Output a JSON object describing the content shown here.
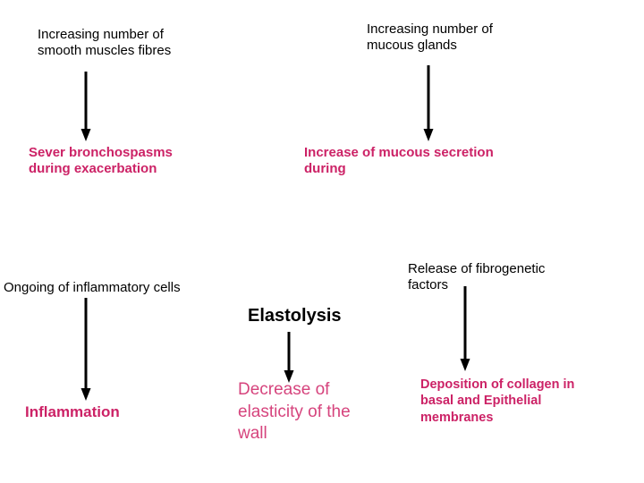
{
  "diagram": {
    "title": "Airway pathology cause and effect flow",
    "background_color": "#ffffff",
    "cause_color": "#000000",
    "effect_color": "#cc2266",
    "arrow_color": "#000000",
    "nodes": [
      {
        "id": "cause-smooth-muscle",
        "text": "Increasing number of\nsmooth muscles fibres"
      },
      {
        "id": "cause-mucous-glands",
        "text": "Increasing number of\nmucous glands"
      },
      {
        "id": "effect-bronchospasms",
        "text": "Sever bronchospasms\nduring exacerbation"
      },
      {
        "id": "effect-mucous-secretion",
        "text": "Increase of mucous secretion\nduring"
      },
      {
        "id": "cause-inflammatory-cells",
        "text": "Ongoing of inflammatory cells"
      },
      {
        "id": "cause-fibrogenetic-factors",
        "text": "Release of fibrogenetic\nfactors"
      },
      {
        "id": "cause-elastolysis",
        "text": "Elastolysis"
      },
      {
        "id": "effect-inflammation",
        "text": "Inflammation"
      },
      {
        "id": "effect-elasticity",
        "text": "Decrease of\nelasticity of the\nwall"
      },
      {
        "id": "effect-collagen",
        "text": "Deposition of collagen in\nbasal and Epithelial\nmembranes"
      }
    ],
    "arrows": [
      {
        "id": "arrow-smooth-muscle-to-bronchospasms",
        "label": "down-arrow"
      },
      {
        "id": "arrow-mucous-glands-to-secretion",
        "label": "down-arrow"
      },
      {
        "id": "arrow-inflammatory-cells-to-inflammation",
        "label": "down-arrow"
      },
      {
        "id": "arrow-elastolysis-to-elasticity",
        "label": "down-arrow"
      },
      {
        "id": "arrow-fibrogenetic-to-collagen",
        "label": "down-arrow"
      }
    ]
  }
}
